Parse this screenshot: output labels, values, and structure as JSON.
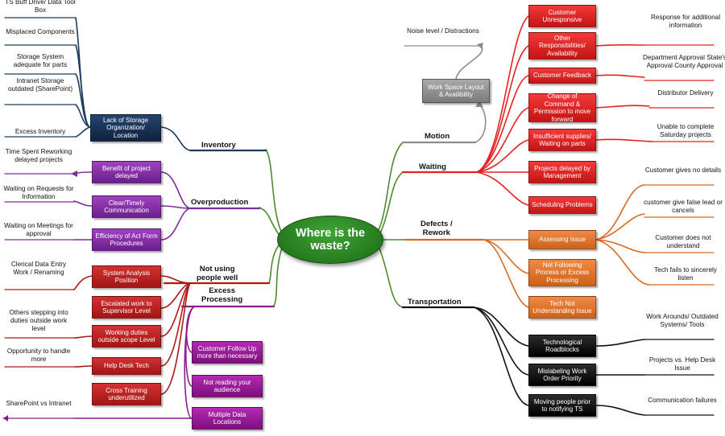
{
  "center": {
    "line1": "Where is the",
    "line2": "waste?"
  },
  "left": {
    "inventory": {
      "label": "Inventory",
      "hub": "Lack of Storage Organization/ Location",
      "leaves": [
        "TS Buff Drive/ Data Tool Box",
        "Misplaced Components",
        "Storage System adequate for parts",
        "Intranet Storage outdated (SharePoint)",
        "Excess Inventory"
      ]
    },
    "overproduction": {
      "label": "Overproduction",
      "boxes": [
        "Benefit of project delayed",
        "Clear/Timely Communication",
        "Efficiency of Act Form Procedures"
      ],
      "leaves": [
        "Time Spent Reworking delayed projects",
        "Waiting on Requests for Information",
        "Waiting on Meetings for approval"
      ]
    },
    "not_using": {
      "label_line1": "Not using",
      "label_line2": "people well",
      "boxes": [
        "System Analysis Position",
        "Escalated work to Supervisor Level",
        "Working duties outside scope Level",
        "Help Desk Tech",
        "Cross Training underutilized"
      ],
      "leaves": [
        "Clerical Data Entry Work / Renaming",
        "Others stepping into duties outside work level",
        "Opportunity to handle more"
      ]
    },
    "excess": {
      "label_line1": "Excess",
      "label_line2": "Processing",
      "boxes": [
        "Customer Follow Up more than necessary",
        "Not reading your audience",
        "Multiple Data Locations"
      ],
      "leaves": [
        "SharePoint vs Intranet"
      ]
    }
  },
  "right": {
    "motion": {
      "label": "Motion",
      "box": "Work Space Layout & Availibility",
      "leaf": "Noise level / Distractions"
    },
    "waiting": {
      "label": "Waiting",
      "boxes": [
        "Customer Unresponsive",
        "Other Responsibilities/ Availability",
        "Customer Feedback",
        "Change of Command & Permission to move forward",
        "Insufficient supplies/ Waiting on parts",
        "Projects delayed by Management",
        "Scheduling Problems"
      ],
      "leaves": [
        "Response for additional information",
        "Department Approval State's Approval County Approval",
        "Distributor Delivery",
        "Unable to complete Saturday projects"
      ]
    },
    "defects": {
      "label_line1": "Defects /",
      "label_line2": "Rework",
      "boxes": [
        "Assessing Issue",
        "Not Following Process or Excess Processing",
        "Tech Not Understanding Issue"
      ],
      "leaves": [
        "Customer gives no details",
        "customer give false lead or cancels",
        "Customer does not understand",
        "Tech fails to sincerely listen"
      ]
    },
    "transportation": {
      "label": "Transportation",
      "boxes": [
        "Technological Roadblocks",
        "Mislabeling Work Order Priority",
        "Moving people prior to notifying TS"
      ],
      "leaves": [
        "Work Arounds/ Outdated Systems/ Tools",
        "Projects vs. Help Desk Issue",
        "Communication failures"
      ]
    }
  },
  "colors": {
    "green": "#4f8a2f",
    "navy": "#1b3a5e",
    "purple": "#7b2d9b",
    "crimson": "#b01818",
    "magenta": "#8c1a8c",
    "gray": "#8c8c8c",
    "red": "#e8201f",
    "orange": "#d9691e",
    "black": "#111111"
  }
}
